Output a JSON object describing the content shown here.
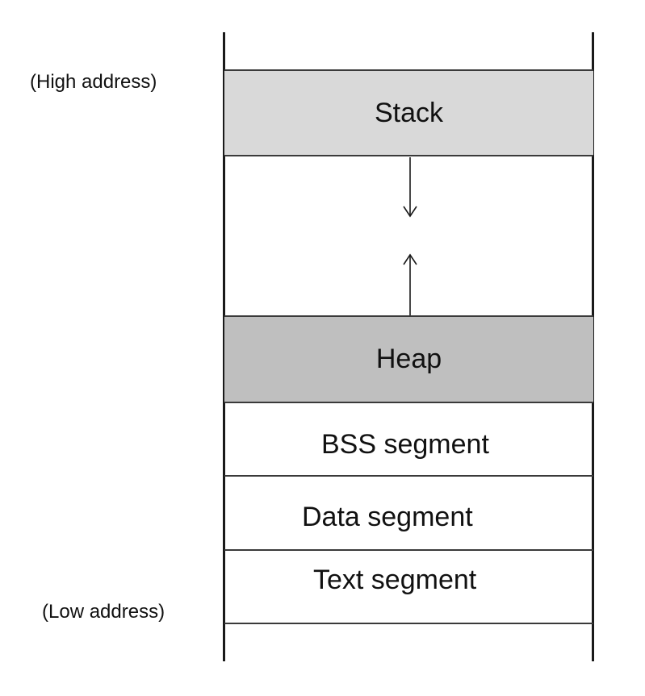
{
  "labels": {
    "high_address": "(High address)",
    "low_address": "(Low address)"
  },
  "segments": {
    "stack": "Stack",
    "heap": "Heap",
    "bss": "BSS segment",
    "data": "Data segment",
    "text": "Text segment"
  },
  "colors": {
    "stack_fill": "#d9d9d9",
    "heap_fill": "#bfbfbf",
    "line": "#1a1a1a"
  }
}
